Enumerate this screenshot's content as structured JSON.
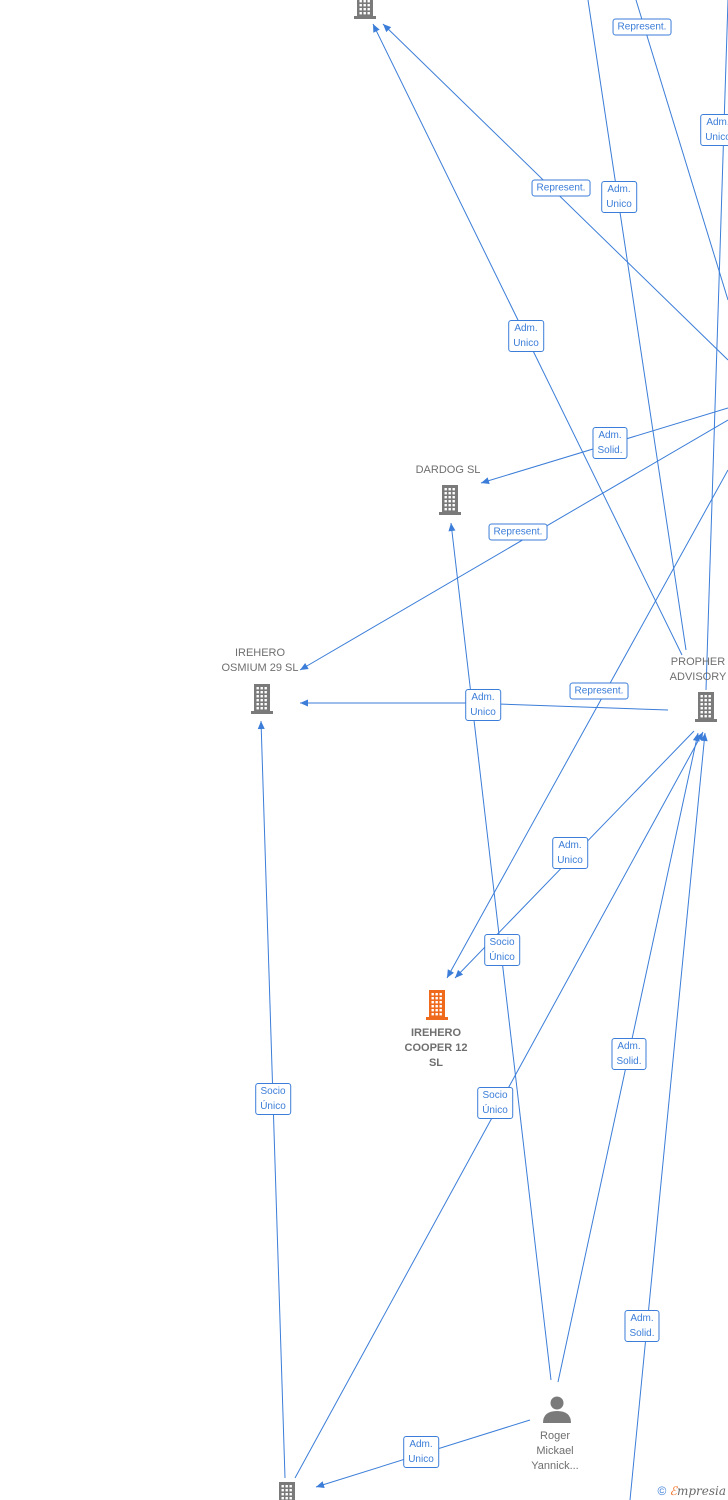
{
  "colors": {
    "edge": "#3b7dd8",
    "company": "#7a7a7a",
    "focus_company": "#f06a1e",
    "person": "#7a7a7a"
  },
  "nodes": [
    {
      "id": "top-company",
      "type": "company",
      "label": ""
    },
    {
      "id": "dardog",
      "type": "company",
      "label": "DARDOG  SL"
    },
    {
      "id": "irehero-osmium",
      "type": "company",
      "label": "IREHERO\nOSMIUM 29  SL"
    },
    {
      "id": "propher",
      "type": "company",
      "label": "PROPHER\nADVISORY"
    },
    {
      "id": "irehero-cooper",
      "type": "company-focus",
      "label": "IREHERO\nCOOPER 12\nSL"
    },
    {
      "id": "roger",
      "type": "person",
      "label": "Roger\nMickael\nYannick..."
    },
    {
      "id": "bottom-company",
      "type": "company",
      "label": ""
    }
  ],
  "edge_labels": [
    "Represent.",
    "Adm.\nUnico",
    "Represent.",
    "Adm.\nUnico",
    "Adm.\nUnico",
    "Adm.\nSolid.",
    "Represent.",
    "Adm.\nUnico",
    "Represent.",
    "Adm.\nUnico",
    "Socio\nÚnico",
    "Adm.\nSolid.",
    "Socio\nÚnico",
    "Socio\nÚnico",
    "Adm.\nSolid.",
    "Adm.\nUnico"
  ],
  "footer": {
    "copyright": "©",
    "brand_e": "ℰ",
    "brand_rest": "mpresia"
  }
}
